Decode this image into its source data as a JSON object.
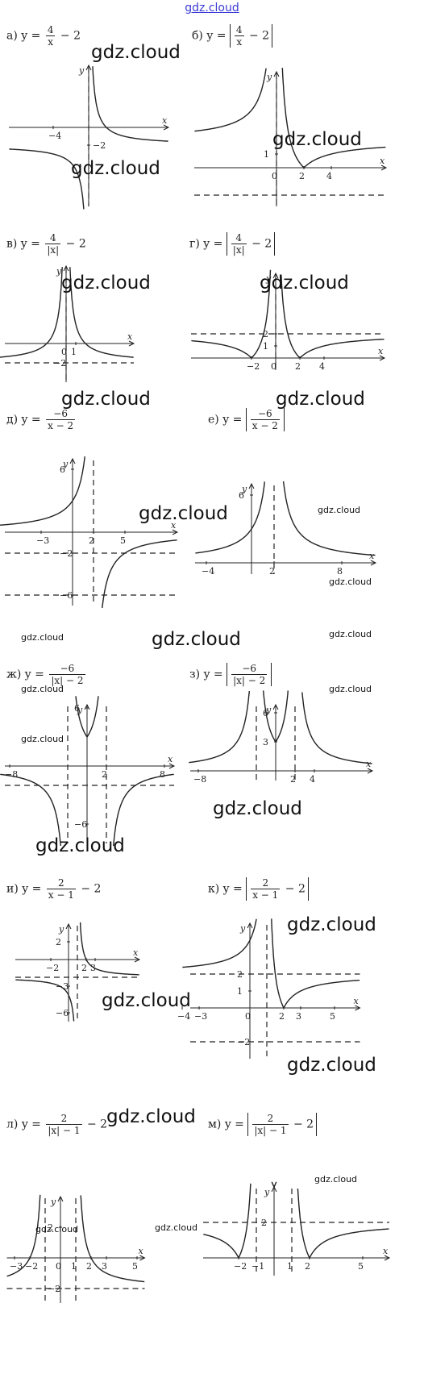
{
  "header": {
    "site": "gdz.cloud"
  },
  "watermark": "gdz.cloud",
  "panels": [
    {
      "letter": "а)",
      "formula": {
        "prefix": "y =",
        "num": "4",
        "den": "x",
        "suffix": "− 2",
        "abs_outer": false,
        "abs_den": false
      },
      "ticks": {
        "x": [
          "−4"
        ],
        "y": [
          "−2"
        ]
      },
      "axis": {
        "x": "x",
        "y": "y"
      }
    },
    {
      "letter": "б)",
      "formula": {
        "prefix": "y =",
        "num": "4",
        "den": "x",
        "suffix": "− 2",
        "abs_outer": true,
        "abs_den": false
      },
      "ticks": {
        "x": [
          "0",
          "2",
          "4"
        ],
        "y": [
          "1"
        ]
      },
      "axis": {
        "x": "x",
        "y": "y"
      }
    },
    {
      "letter": "в)",
      "formula": {
        "prefix": "y =",
        "num": "4",
        "den": "|x|",
        "suffix": "− 2",
        "abs_outer": false,
        "abs_den": true
      },
      "ticks": {
        "x": [
          "0",
          "1"
        ],
        "y": [
          "−2"
        ]
      },
      "axis": {
        "x": "x",
        "y": "y"
      }
    },
    {
      "letter": "г)",
      "formula": {
        "prefix": "y =",
        "num": "4",
        "den": "|x|",
        "suffix": "− 2",
        "abs_outer": true,
        "abs_den": true
      },
      "ticks": {
        "x": [
          "−2",
          "0",
          "2",
          "4"
        ],
        "y": [
          "2",
          "1"
        ]
      },
      "axis": {
        "x": "x",
        "y": "y"
      }
    },
    {
      "letter": "д)",
      "formula": {
        "prefix": "y =",
        "num": "−6",
        "den": "x − 2",
        "suffix": "",
        "abs_outer": false,
        "abs_den": false
      },
      "ticks": {
        "x": [
          "−3",
          "2",
          "5"
        ],
        "y": [
          "6",
          "−2",
          "−6"
        ]
      },
      "axis": {
        "x": "x",
        "y": "y"
      }
    },
    {
      "letter": "е)",
      "formula": {
        "prefix": "y =",
        "num": "−6",
        "den": "x − 2",
        "suffix": "",
        "abs_outer": true,
        "abs_den": false
      },
      "ticks": {
        "x": [
          "−4",
          "2",
          "8"
        ],
        "y": [
          "6"
        ]
      },
      "axis": {
        "x": "x",
        "y": "y"
      }
    },
    {
      "letter": "ж)",
      "formula": {
        "prefix": "y =",
        "num": "−6",
        "den": "|x| − 2",
        "suffix": "",
        "abs_outer": false,
        "abs_den": true
      },
      "ticks": {
        "x": [
          "−8",
          "2",
          "8"
        ],
        "y": [
          "6",
          "−6"
        ]
      },
      "axis": {
        "x": "x",
        "y": "y"
      }
    },
    {
      "letter": "з)",
      "formula": {
        "prefix": "y =",
        "num": "−6",
        "den": "|x| − 2",
        "suffix": "",
        "abs_outer": true,
        "abs_den": true
      },
      "ticks": {
        "x": [
          "−8",
          "2",
          "4"
        ],
        "y": [
          "6",
          "3"
        ]
      },
      "axis": {
        "x": "x",
        "y": "y"
      }
    },
    {
      "letter": "и)",
      "formula": {
        "prefix": "y =",
        "num": "2",
        "den": "x − 1",
        "suffix": "− 2",
        "abs_outer": false,
        "abs_den": false
      },
      "ticks": {
        "x": [
          "2",
          "3",
          "−2"
        ],
        "y": [
          "2",
          "−3",
          "−6"
        ]
      },
      "axis": {
        "x": "x",
        "y": "y"
      }
    },
    {
      "letter": "к)",
      "formula": {
        "prefix": "y =",
        "num": "2",
        "den": "x − 1",
        "suffix": "− 2",
        "abs_outer": true,
        "abs_den": false
      },
      "ticks": {
        "x": [
          "−4",
          "−3",
          "0",
          "2",
          "3",
          "5"
        ],
        "y": [
          "2",
          "1",
          "−2"
        ]
      },
      "axis": {
        "x": "x",
        "y": "y"
      }
    },
    {
      "letter": "л)",
      "formula": {
        "prefix": "y =",
        "num": "2",
        "den": "|x| − 1",
        "suffix": "− 2",
        "abs_outer": false,
        "abs_den": true
      },
      "ticks": {
        "x": [
          "−3",
          "−2",
          "0",
          "1",
          "2",
          "3",
          "5"
        ],
        "y": [
          "2",
          "−2"
        ]
      },
      "axis": {
        "x": "x",
        "y": "y"
      }
    },
    {
      "letter": "м)",
      "formula": {
        "prefix": "y =",
        "num": "2",
        "den": "|x| − 1",
        "suffix": "− 2",
        "abs_outer": true,
        "abs_den": true
      },
      "ticks": {
        "x": [
          "−2",
          "−1",
          "1",
          "2",
          "5"
        ],
        "y": [
          "2"
        ]
      },
      "axis": {
        "x": "x",
        "y": "y"
      }
    }
  ]
}
